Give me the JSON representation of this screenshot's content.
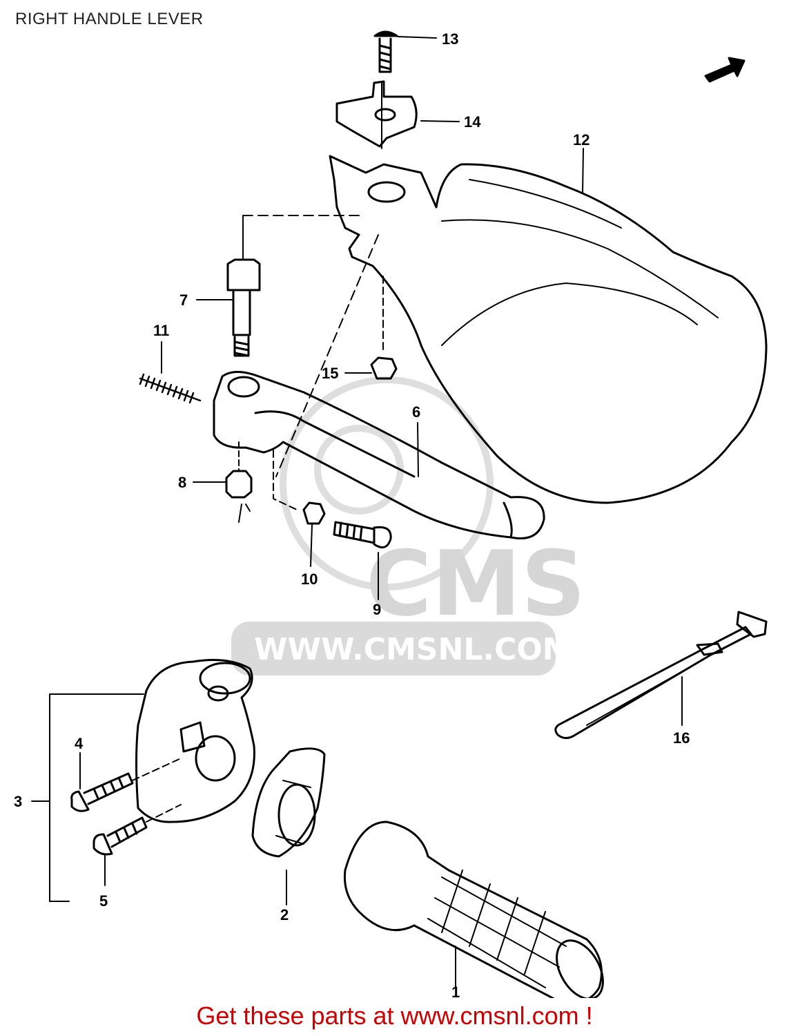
{
  "title": "RIGHT HANDLE LEVER",
  "parts": {
    "p1": "1",
    "p2": "2",
    "p3": "3",
    "p4": "4",
    "p5": "5",
    "p6": "6",
    "p7": "7",
    "p8": "8",
    "p9": "9",
    "p10": "10",
    "p11": "11",
    "p12": "12",
    "p13": "13",
    "p14": "14",
    "p15": "15",
    "p16": "16"
  },
  "watermark": {
    "brand": "CMS",
    "url": "WWW.CMSNL.COM",
    "color": "#d9d9d9"
  },
  "footer": {
    "text": "Get these parts at www.cmsnl.com !",
    "color": "#cc0000"
  },
  "icons": {
    "direction": "arrow-right-icon"
  }
}
